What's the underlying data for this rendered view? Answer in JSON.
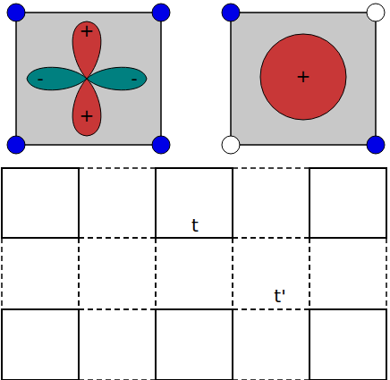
{
  "diagram": {
    "nodes": [
      {
        "text": [
          "+",
          "-",
          "-",
          "+"
        ]
      },
      {
        "text": [
          "+"
        ]
      }
    ],
    "labels": [
      "t",
      "t'"
    ]
  }
}
